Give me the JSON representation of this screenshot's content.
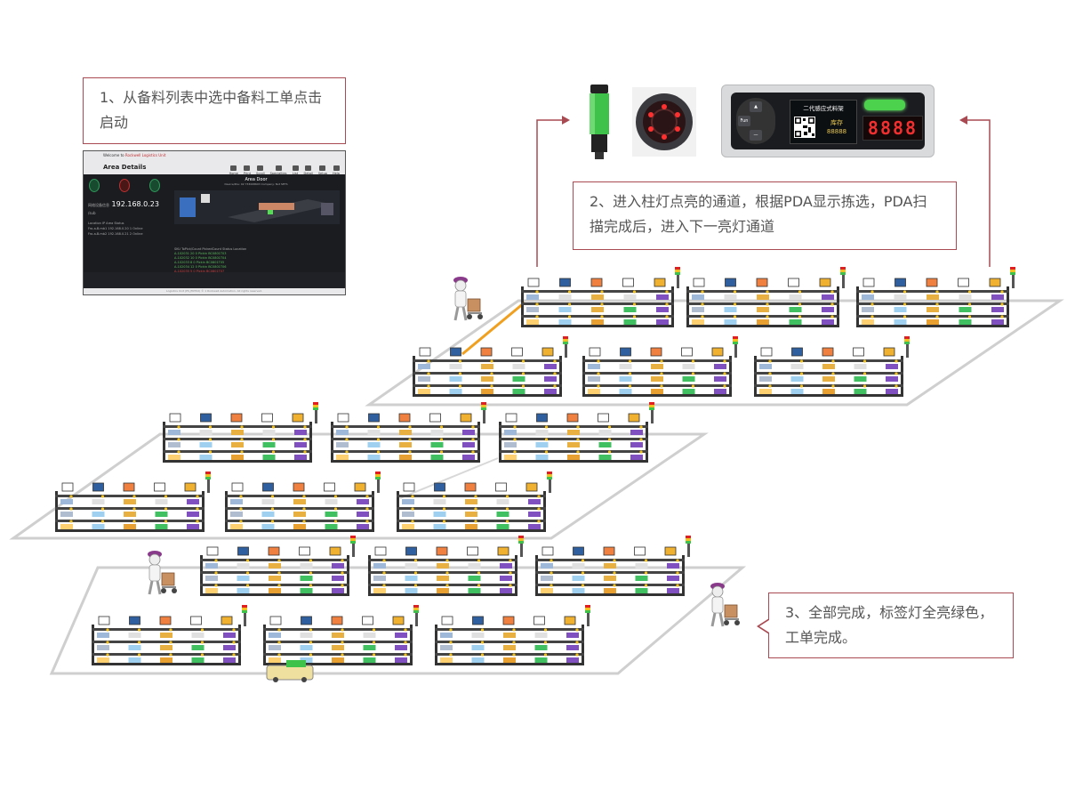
{
  "callouts": {
    "step1": "1、从备料列表中选中备料工单点击启动",
    "step2": "2、进入柱灯点亮的通道，根据PDA显示拣选，PDA扫描完成后，进入下一亮灯通道",
    "step3": "3、全部完成，标签灯全亮绿色，工单完成。"
  },
  "app_screenshot": {
    "titlebar": "Welcome to",
    "brand": "Rockwell Logistics Unit",
    "header_title": "Area Details",
    "menu": [
      "Home",
      "Print",
      "Scroll",
      "Specialties",
      "List",
      "Detail",
      "Setup",
      "Help"
    ],
    "ip_label": "网络设备信息",
    "ip_value": "192.168.0.23",
    "ip_unit": "/sub",
    "area_title": "Area Door",
    "area_sub": "Device/Pos: 02 733008603   Company: Not SETS",
    "left_rows": [
      "Location   IP              Area  Status",
      "Fro-a-B.mb1  192.168.0.20  1    Online",
      "Fro-a-B.mb2  192.168.0.21  2    Online"
    ],
    "table_header": "SKU          ToPick/Count  PickedCount  Status    Location",
    "table_rows": [
      "A-102031       20          0         Pickin    BC0801T03",
      "A-102032       10          0         Pickin    BC0801T04",
      "A-102033        8          0         Pickin    BC0801T05",
      "A-102034       12          0         Pickin    BC0801T06",
      "A-102035        5          0         Pickin    BC0801T07"
    ],
    "footer": "Logistics Unit (PS_ENT02) © 1 Rockwell Automation. All rights reserved."
  },
  "tag_device": {
    "lcd_title": "二代感应式料架",
    "stock_label": "库存",
    "stock_value": "88888",
    "segment_display": "8888",
    "fun_key": "Fun"
  },
  "colors": {
    "callout_border": "#a94a52",
    "arrow": "#a94a52",
    "lamp_green": "#3fc24a",
    "light_red": "#e02020",
    "path_orange": "#f0a020"
  }
}
